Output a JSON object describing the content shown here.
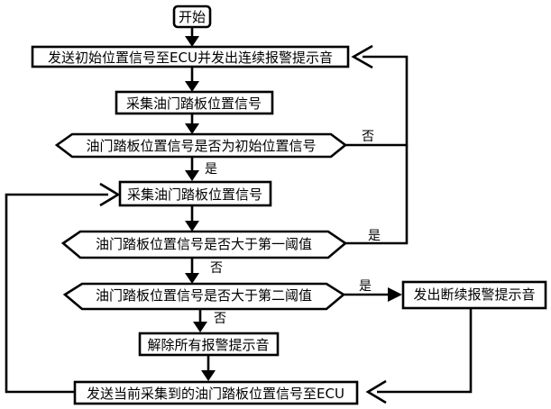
{
  "nodes": {
    "start": "开始",
    "send_initial": "发送初始位置信号至ECU并发出连续报警提示音",
    "collect_1": "采集油门踏板位置信号",
    "decision_initial": "油门踏板位置信号是否为初始位置信号",
    "collect_2": "采集油门踏板位置信号",
    "decision_first": "油门踏板位置信号是否大于第一阈值",
    "decision_second": "油门踏板位置信号是否大于第二阈值",
    "intermittent_alarm": "发出断续报警提示音",
    "cancel_alarm": "解除所有报警提示音",
    "send_current": "发送当前采集到的油门踏板位置信号至ECU"
  },
  "edge_labels": {
    "initial_yes": "是",
    "initial_no": "否",
    "first_yes": "是",
    "first_no": "否",
    "second_yes": "是",
    "second_no": "否"
  }
}
